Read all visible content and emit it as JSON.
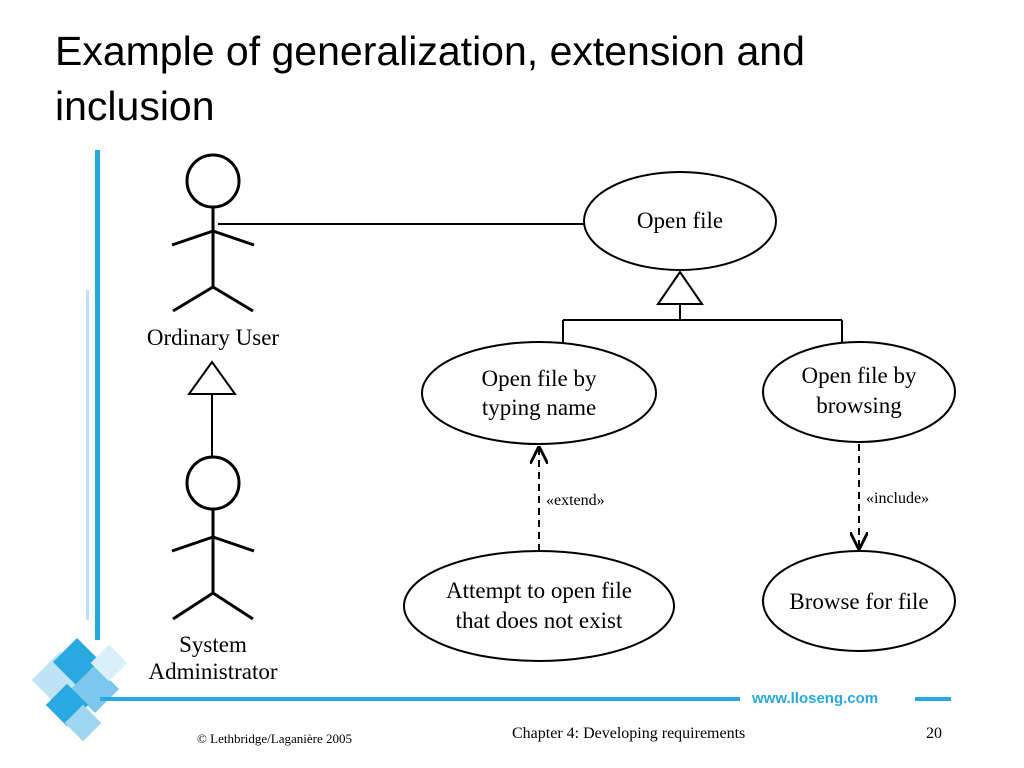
{
  "slide": {
    "title_line1": "Example of generalization, extension and",
    "title_line2": "inclusion"
  },
  "diagram": {
    "actors": {
      "ordinary_user": "Ordinary User",
      "system_admin_line1": "System",
      "system_admin_line2": "Administrator"
    },
    "use_cases": {
      "open_file": "Open file",
      "open_by_typing_line1": "Open file by",
      "open_by_typing_line2": "typing name",
      "open_by_browsing_line1": "Open file by",
      "open_by_browsing_line2": "browsing",
      "attempt_open_line1": "Attempt to open file",
      "attempt_open_line2": "that does not exist",
      "browse_for_file": "Browse for file"
    },
    "stereotypes": {
      "extend": "«extend»",
      "include": "«include»"
    }
  },
  "branding": {
    "website": "www.lloseng.com",
    "accent_color": "#29a9e1"
  },
  "footer": {
    "copyright": "© Lethbridge/Laganière 2005",
    "chapter": "Chapter 4: Developing requirements",
    "page_number": "20"
  }
}
